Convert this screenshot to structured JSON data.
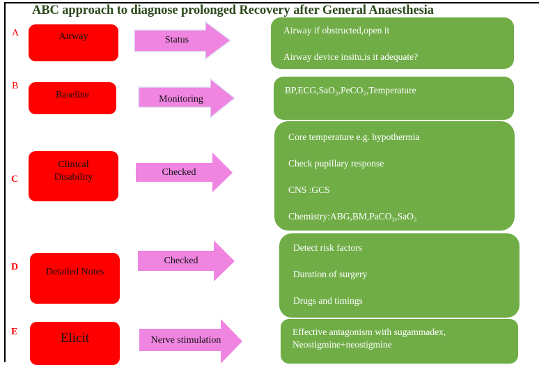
{
  "title": "ABC approach to diagnose prolonged Recovery after General Anaesthesia",
  "colors": {
    "title": "#2c4a1c",
    "letter": "#ff0000",
    "red_box": "#ff0000",
    "arrow": "#ef85e0",
    "green_box": "#70ad47"
  },
  "rows": [
    {
      "letter": "A",
      "category": "Airway",
      "arrow_label": "Status",
      "details": [
        "Airway if obstructed,open it",
        "Airway device insitu,is it adequate?"
      ]
    },
    {
      "letter": "B",
      "category": "Baseline",
      "arrow_label": "Monitoring",
      "details": [
        "BP,ECG,SaO₂,PeCO₂,Temperature"
      ]
    },
    {
      "letter": "C",
      "category_lines": [
        "Clinical",
        "Disability"
      ],
      "arrow_label": "Checked",
      "details": [
        "Core temperature e.g. hypothermia",
        "Check pupillary response",
        "CNS :GCS",
        "Chemistry:ABG,BM,PaCO₂,SaO₂"
      ]
    },
    {
      "letter": "D",
      "category": "Detailed Notes",
      "arrow_label": "Checked",
      "details": [
        "Detect risk factors",
        "Duration of surgery",
        "Drugs and timings"
      ]
    },
    {
      "letter": "E",
      "category": "Elicit",
      "arrow_label": "Nerve stimulation",
      "details": [
        "Effective antagonism with sugammadex,",
        "Neostigmine+neostigmine"
      ]
    }
  ]
}
